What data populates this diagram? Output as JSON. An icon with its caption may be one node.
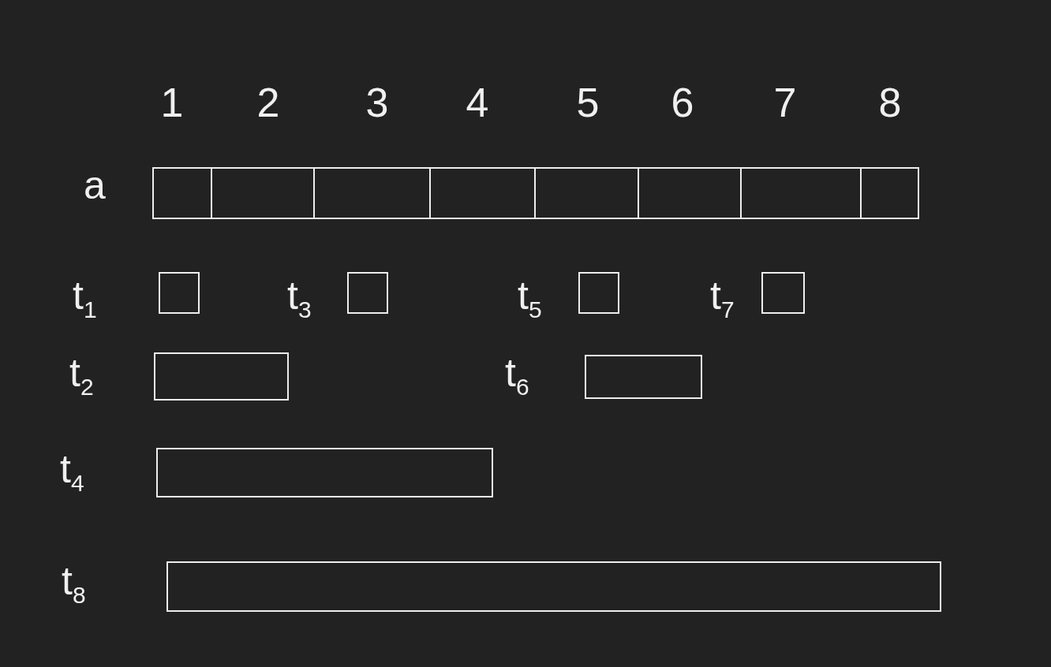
{
  "diagram": {
    "nodes": [
      {
        "text": [
          "a"
        ]
      },
      {
        "text": [],
        "shape": "box",
        "in": 0
      },
      {
        "text": [],
        "shape": "box",
        "in": 0
      },
      {
        "text": [],
        "shape": "box",
        "in": 0
      },
      {
        "text": [],
        "shape": "box",
        "in": 0
      },
      {
        "text": [],
        "shape": "box",
        "in": 0
      },
      {
        "text": [],
        "shape": "box",
        "in": 0
      },
      {
        "text": [],
        "shape": "box",
        "in": 0
      },
      {
        "text": [],
        "shape": "box",
        "in": 0
      },
      {
        "text": [
          "t$_{1}$"
        ]
      },
      {
        "text": [
          "t$_{3}$"
        ]
      },
      {
        "text": [
          "t$_{5}$"
        ]
      },
      {
        "text": [
          "t$_{7}$"
        ]
      },
      {
        "text": [
          "t$_{2}$"
        ]
      },
      {
        "text": [
          "t$_{6}$"
        ]
      },
      {
        "text": [
          "t$_{4}$"
        ]
      },
      {
        "text": [
          "t$_{8}$"
        ]
      }
    ],
    "edges": [],
    "labels": [
      "1",
      "2",
      "3",
      "4",
      "5",
      "6",
      "7",
      "8"
    ]
  }
}
